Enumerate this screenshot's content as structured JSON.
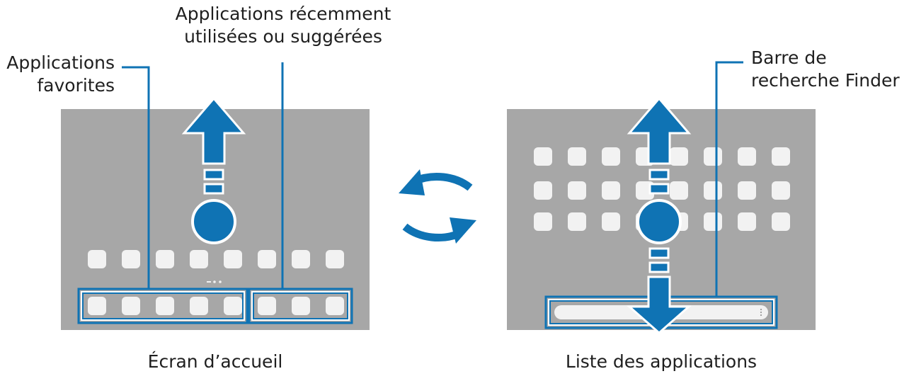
{
  "colors": {
    "screen": "#a7a7a7",
    "icon": "#f2f2f2",
    "accent": "#0f73b4",
    "text": "#1f1f1f"
  },
  "labels": {
    "recent_apps": [
      "Applications récemment",
      "utilisées ou suggérées"
    ],
    "favorite_apps": [
      "Applications",
      "favorites"
    ],
    "finder_bar": [
      "Barre de",
      "recherche Finder"
    ],
    "home_screen": "Écran d’accueil",
    "apps_list": "Liste des applications"
  },
  "icons": {
    "swipe_up": "arrow-up-icon",
    "swipe_down": "arrow-down-icon",
    "touch": "touch-point-icon",
    "switch": "cycle-arrows-icon",
    "finder_menu": "more-vertical-icon"
  }
}
